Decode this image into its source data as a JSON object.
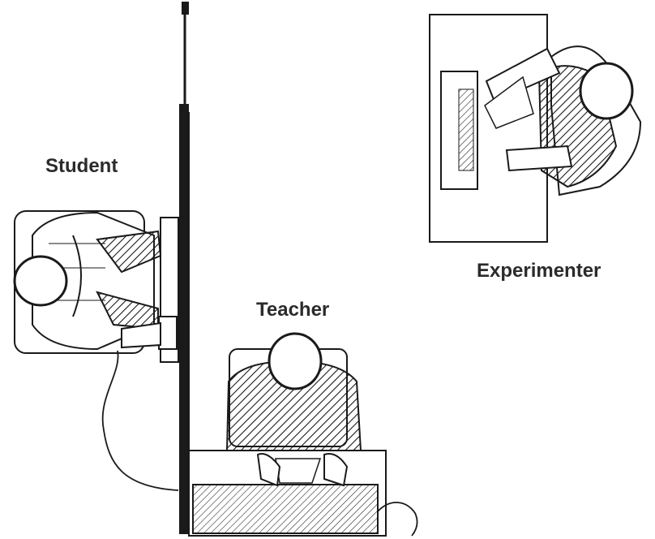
{
  "labels": {
    "student": "Student",
    "teacher": "Teacher",
    "experimenter": "Experimenter"
  },
  "colors": {
    "ink": "#1a1a1a",
    "label": "#2b2b2b",
    "background": "#ffffff"
  }
}
